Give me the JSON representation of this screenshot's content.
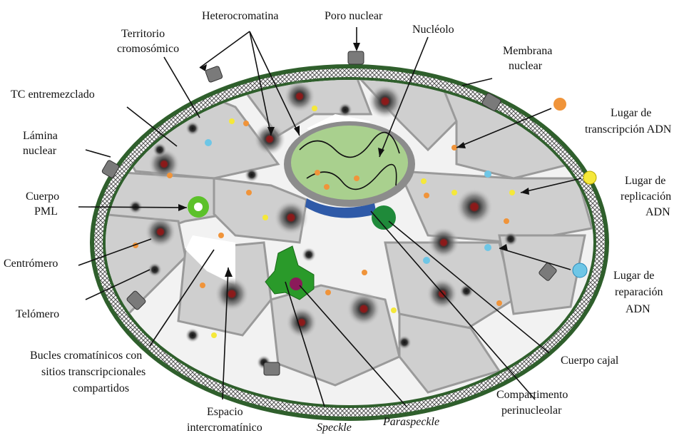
{
  "labels": {
    "heterocromatina": "Heterocromatina",
    "poro_nuclear": "Poro nuclear",
    "territorio_1": "Territorio",
    "territorio_2": "cromosómico",
    "nucleolo": "Nucléolo",
    "membrana_1": "Membrana",
    "membrana_2": "nuclear",
    "tc_entremezclado": "TC entremezclado",
    "lamina_1": "Lámina",
    "lamina_2": "nuclear",
    "cuerpo_pml_1": "Cuerpo",
    "cuerpo_pml_2": "PML",
    "centromero": "Centrómero",
    "telomero": "Telómero",
    "bucles_1": "Bucles cromatínicos con",
    "bucles_2": "sitios transcripcionales",
    "bucles_3": "compartidos",
    "espacio_1": "Espacio",
    "espacio_2": "intercromatínico",
    "speckle": "Speckle",
    "paraspeckle": "Paraspeckle",
    "compartimento_1": "Compartimento",
    "compartimento_2": "perinucleolar",
    "cuerpo_cajal": "Cuerpo cajal",
    "transcripcion_1": "Lugar de",
    "transcripcion_2": "transcripción ADN",
    "replicacion_1": "Lugar de",
    "replicacion_2": "replicación",
    "replicacion_3": "ADN",
    "reparacion_1": "Lugar de",
    "reparacion_2": "reparación",
    "reparacion_3": "ADN"
  },
  "colors": {
    "membrane_green": "#2f5f2c",
    "lamina_pattern": "#555555",
    "nucleoplasm": "#f2f2f2",
    "chromosome_territory": "#cfcfcf",
    "territory_border": "#9a9a9a",
    "heterochromatin_core": "#8b1a1a",
    "nucleolus_green": "#a9d08e",
    "nucleolus_ring": "#8c8c8c",
    "perinucleolar_blue": "#2f5aa8",
    "cajal_green": "#1f8a3a",
    "speckle_green": "#2a9a2a",
    "paraspeckle_purple": "#8b1a5a",
    "pml_green": "#5cc12a",
    "transcription_orange": "#f0943a",
    "replication_yellow": "#f5e83a",
    "repair_blue": "#6ec6e6",
    "pore_gray": "#7a7a7a"
  }
}
